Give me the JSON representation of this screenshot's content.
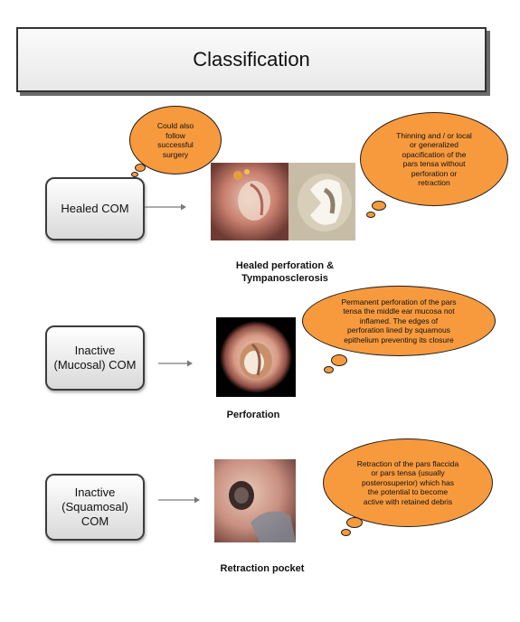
{
  "title": "Classification",
  "rows": [
    {
      "box_label": "Healed COM",
      "caption": "Healed perforation &\nTympanosclerosis",
      "image_icon": "healed-perforation-photo"
    },
    {
      "box_label": "Inactive\n(Mucosal) COM",
      "caption": "Perforation",
      "image_icon": "perforation-photo"
    },
    {
      "box_label": "Inactive\n(Squamosal)\nCOM",
      "caption": "Retraction pocket",
      "image_icon": "retraction-pocket-photo"
    }
  ],
  "bubbles": {
    "surgery": "Could also\nfollow\nsuccessful\nsurgery",
    "healed": "Thinning and / or local\nor generalized\nopacification of the\npars tensa without\nperforation or\nretraction",
    "mucosal": "Permanent perforation of the pars\ntensa the middle ear mucosa not\ninflamed.  The edges of\nperforation lined by squamous\nepithelium preventing its closure",
    "squamosal": "Retraction of the pars flaccida\nor pars tensa (usually\nposterosuperior) which has\nthe potential to become\nactive with retained debris"
  },
  "colors": {
    "bubble": "#f79a3e",
    "box_border": "#3c3c3c"
  }
}
